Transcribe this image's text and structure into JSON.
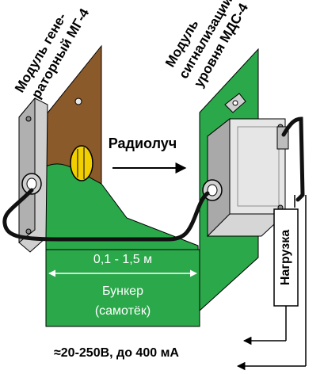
{
  "labels": {
    "generator_module_line1": "Модуль гене-",
    "generator_module_line2": "раторный МГ-4",
    "signal_module_line1": "Модуль",
    "signal_module_line2": "сигнализации",
    "signal_module_line3": "уровня МДС-4",
    "radio_beam": "Радиолуч",
    "distance": "0,1 - 1,5 м",
    "bunker_line1": "Бункер",
    "bunker_line2": "(самотёк)",
    "load": "Нагрузка",
    "power": "≈20-250В, до 400 мА"
  },
  "colors": {
    "green": "#2aa84a",
    "green_dark": "#1e7d36",
    "brown": "#8b5a2b",
    "module_light": "#e6e6e6",
    "module_mid": "#bdbdbd",
    "module_dark": "#8f8f8f",
    "lens_yellow": "#f2d000",
    "cable": "#111111"
  },
  "icons": {
    "beam_arrow": "arrow-right-icon",
    "distance_arrow": "double-arrow-icon",
    "power_arrows": "arrow-left-icon"
  }
}
